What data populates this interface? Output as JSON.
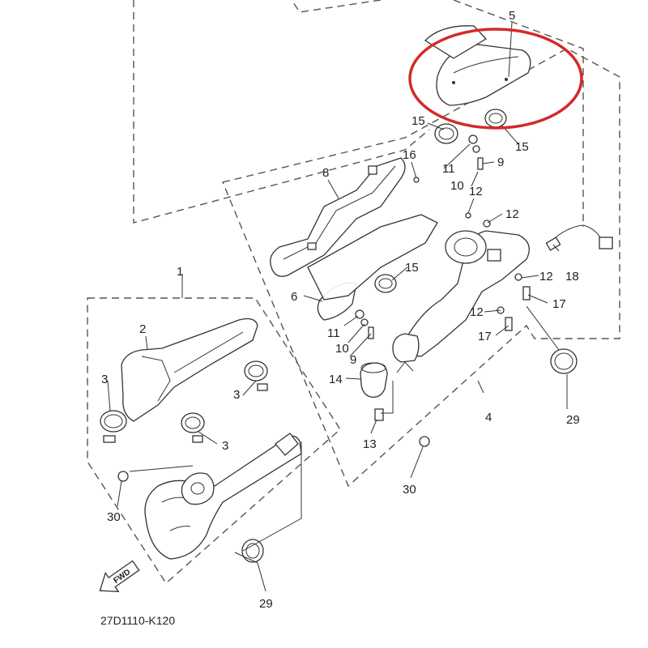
{
  "diagram_code": "27D1110-K120",
  "fwd_arrow": "FWD",
  "highlight_color": "#d42a2a",
  "callouts": {
    "c1": "1",
    "c2": "2",
    "c3a": "3",
    "c3b": "3",
    "c3c": "3",
    "c4": "4",
    "c5": "5",
    "c6": "6",
    "c8": "8",
    "c9a": "9",
    "c9b": "9",
    "c10a": "10",
    "c10b": "10",
    "c11a": "11",
    "c11b": "11",
    "c12a": "12",
    "c12b": "12",
    "c12c": "12",
    "c12d": "12",
    "c13": "13",
    "c14": "14",
    "c15a": "15",
    "c15b": "15",
    "c15c": "15",
    "c16": "16",
    "c17a": "17",
    "c17b": "17",
    "c18": "18",
    "c29a": "29",
    "c29b": "29",
    "c30a": "30",
    "c30b": "30"
  }
}
